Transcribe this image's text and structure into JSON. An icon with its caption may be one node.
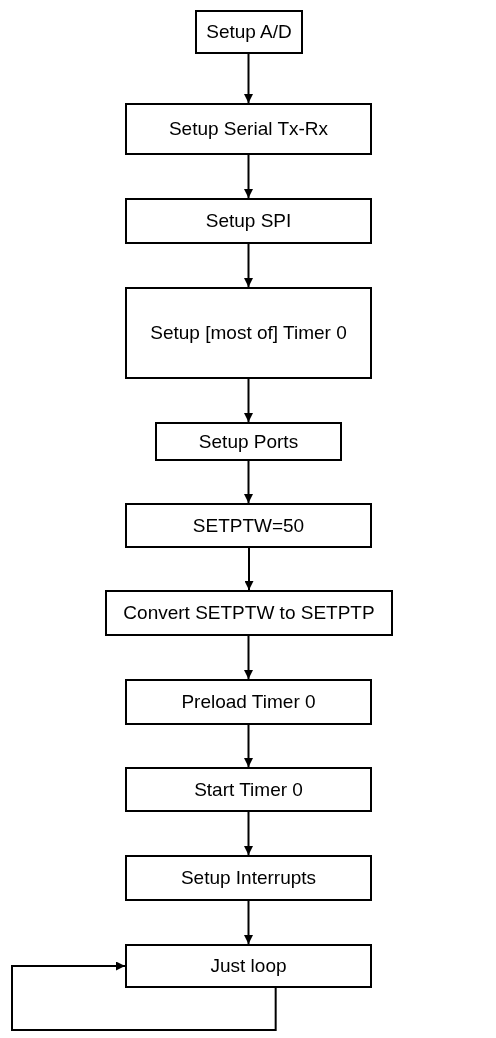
{
  "diagram": {
    "nodes": [
      {
        "text": [
          "Setup A/D"
        ]
      },
      {
        "text": [
          "Setup Serial Tx-Rx"
        ]
      },
      {
        "text": [
          "Setup SPI"
        ]
      },
      {
        "text": [
          "Setup [most of] Timer 0"
        ]
      },
      {
        "text": [
          "Setup Ports"
        ]
      },
      {
        "text": [
          "SETPTW=50"
        ]
      },
      {
        "text": [
          "Convert SETPTW to SETPTP"
        ]
      },
      {
        "text": [
          "Preload Timer 0"
        ]
      },
      {
        "text": [
          "Start Timer 0"
        ]
      },
      {
        "text": [
          "Setup Interrupts"
        ]
      },
      {
        "text": [
          "Just loop"
        ]
      }
    ],
    "edges": [
      {
        "from": 0,
        "to": 1,
        "arrow": "to"
      },
      {
        "from": 1,
        "to": 2,
        "arrow": "to"
      },
      {
        "from": 2,
        "to": 3,
        "arrow": "to"
      },
      {
        "from": 3,
        "to": 4,
        "arrow": "to"
      },
      {
        "from": 4,
        "to": 5,
        "arrow": "to"
      },
      {
        "from": 5,
        "to": 6,
        "arrow": "to"
      },
      {
        "from": 6,
        "to": 7,
        "arrow": "to"
      },
      {
        "from": 7,
        "to": 8,
        "arrow": "to"
      },
      {
        "from": 8,
        "to": 9,
        "arrow": "to"
      },
      {
        "from": 9,
        "to": 10,
        "arrow": "to"
      },
      {
        "from": 10,
        "to": 10,
        "arrow": "to"
      }
    ]
  }
}
